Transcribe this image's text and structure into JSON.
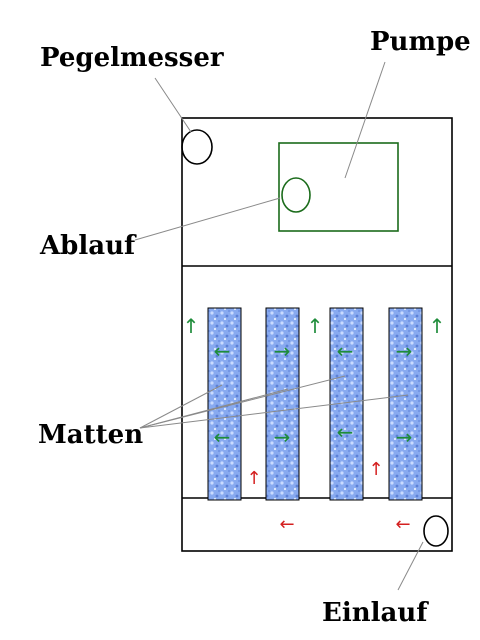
{
  "labels": {
    "pegelmesser": "Pegelmesser",
    "pumpe": "Pumpe",
    "ablauf": "Ablauf",
    "matten": "Matten",
    "einlauf": "Einlauf"
  },
  "colors": {
    "outline": "#000000",
    "pump_box": "#1a6b1a",
    "flow_arrow_green": "#1e8c3a",
    "flow_arrow_red": "#d42020",
    "leader_line": "#8a8a8a",
    "mat_fill": "#7aa0e6"
  },
  "arrow_glyphs": {
    "up": "↑",
    "left": "←",
    "right": "→"
  },
  "mats": [
    "mat-1",
    "mat-2",
    "mat-3",
    "mat-4"
  ]
}
